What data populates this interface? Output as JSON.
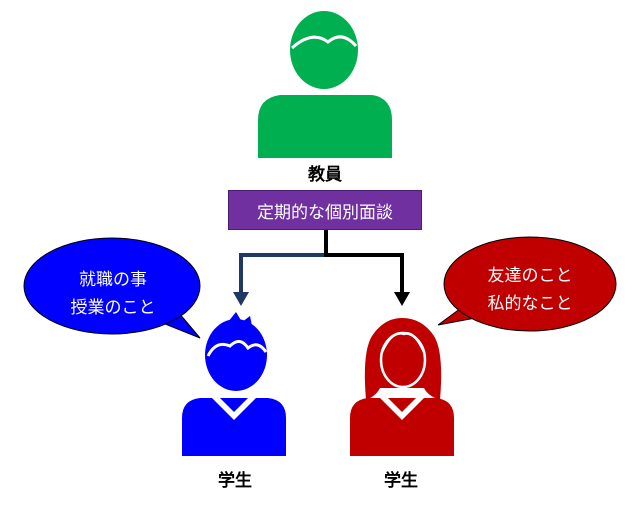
{
  "teacher": {
    "label": "教員",
    "color": "#00b050"
  },
  "topic": {
    "label": "定期的な個別面談",
    "color": "#7030a0"
  },
  "students": [
    {
      "label": "学生",
      "color": "#0000ff",
      "bubble": {
        "lines": [
          "就職の事",
          "授業のこと"
        ],
        "color": "#0000ff"
      }
    },
    {
      "label": "学生",
      "color": "#c00000",
      "bubble": {
        "lines": [
          "友達のこと",
          "私的なこと"
        ],
        "color": "#c00000"
      }
    }
  ],
  "connectors": {
    "left_color": "#1f3864",
    "right_color": "#000000"
  }
}
